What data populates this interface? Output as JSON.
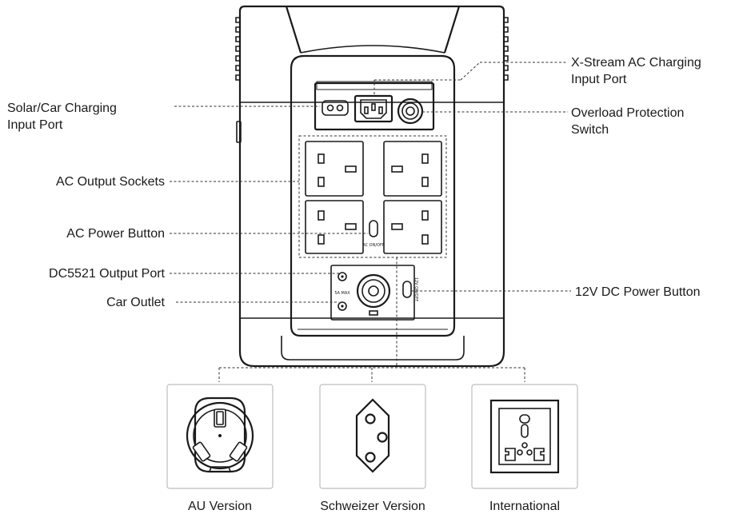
{
  "callouts": {
    "left": [
      [
        "Solar/Car Charging",
        "Input Port"
      ],
      [
        "AC Output Sockets"
      ],
      [
        "AC Power Button"
      ],
      [
        "DC5521 Output Port"
      ],
      [
        "Car Outlet"
      ]
    ],
    "right": [
      [
        "X-Stream AC Charging",
        "Input Port"
      ],
      [
        "Overload Protection",
        "Switch"
      ],
      [
        "12V DC Power Button"
      ]
    ]
  },
  "device_marks": {
    "ac_switch": "AC ON/OFF",
    "dc_switch": "12V ON/OFF",
    "dc_rating": "5A MAX"
  },
  "variants": [
    {
      "label": "AU Version",
      "icon": "au-socket-icon"
    },
    {
      "label": "Schweizer Version",
      "icon": "swiss-socket-icon"
    },
    {
      "label": "International",
      "icon": "universal-socket-icon"
    }
  ]
}
